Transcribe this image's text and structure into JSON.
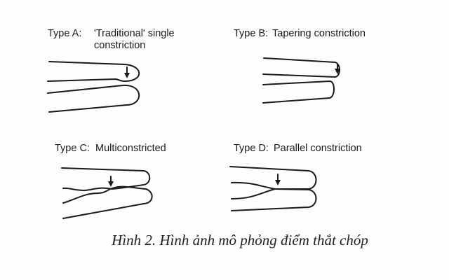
{
  "panels": [
    {
      "label": "Type A:",
      "title_line1": "'Traditional' single",
      "title_line2": "constriction"
    },
    {
      "label": "Type B:",
      "title_line1": "Tapering constriction"
    },
    {
      "label": "Type C:",
      "title_line1": "Multiconstricted"
    },
    {
      "label": "Type D:",
      "title_line1": "Parallel constriction"
    }
  ],
  "caption": "Hình 2. Hình ảnh mô phỏng điểm thắt chóp"
}
